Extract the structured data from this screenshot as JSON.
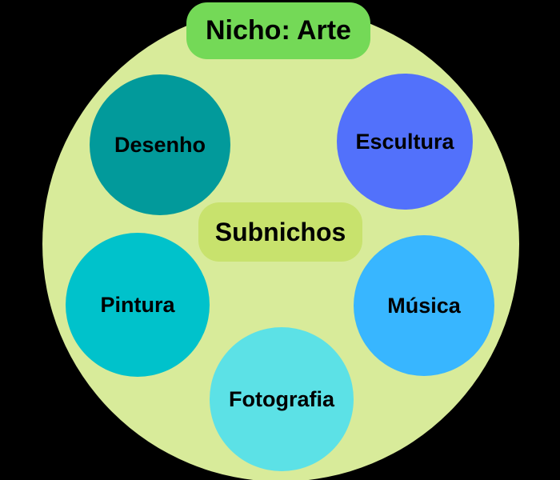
{
  "diagram": {
    "background_color": "#000000",
    "container_circle": {
      "color": "#d8eb9a"
    },
    "title_badge": {
      "label": "Nicho: Arte",
      "color": "#74d957",
      "text_color": "#000000"
    },
    "center_badge": {
      "label": "Subnichos",
      "color": "#c8e26d",
      "text_color": "#000000"
    },
    "subniches": [
      {
        "label": "Desenho",
        "color": "#029a9b"
      },
      {
        "label": "Escultura",
        "color": "#5271fb"
      },
      {
        "label": "Pintura",
        "color": "#00c2cb"
      },
      {
        "label": "Música",
        "color": "#38b6ff"
      },
      {
        "label": "Fotografia",
        "color": "#5ce1e6"
      }
    ]
  }
}
